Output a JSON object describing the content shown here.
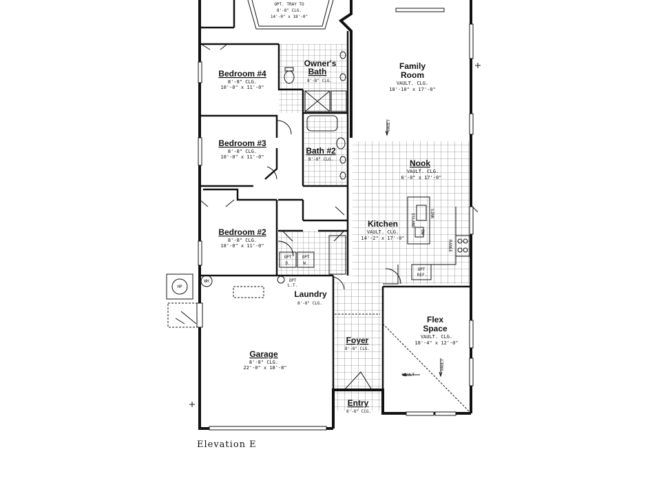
{
  "caption": "Elevation E",
  "rooms": {
    "owners_suite": {
      "l1": "OPT. TRAY TO",
      "l2": "8'-8\" CLG.",
      "l3": "14'-0\" x 18'-0\""
    },
    "owners_bath": {
      "name1": "Owner's",
      "name2": "Bath",
      "clg": "8'-8\" CLG."
    },
    "bedroom4": {
      "name": "Bedroom #4",
      "clg": "8'-8\" CLG.",
      "size": "10'-0\" x 11'-0\""
    },
    "bedroom3": {
      "name": "Bedroom #3",
      "clg": "8'-8\" CLG.",
      "size": "10'-0\" x 11'-0\""
    },
    "bedroom2": {
      "name": "Bedroom #2",
      "clg": "8'-8\" CLG.",
      "size": "10'-0\" x 11'-0\""
    },
    "bath2": {
      "name": "Bath #2",
      "clg": "8'-8\" CLG."
    },
    "family": {
      "name1": "Family",
      "name2": "Room",
      "clg": "VAULT. CLG.",
      "size": "18'-10\" x 17'-0\"",
      "vault": "VAULT"
    },
    "nook": {
      "name": "Nook",
      "clg": "VAULT. CLG.",
      "size": "6'-0\" x 17'-0\""
    },
    "kitchen": {
      "name": "Kitchen",
      "clg": "VAULT. CLG.",
      "size": "14'-2\" x 17'-0\"",
      "island": "ISLAND",
      "sink": "SINK",
      "dw": "DW",
      "range": "RANGE",
      "opt_ref1": "OPT",
      "opt_ref2": "REF."
    },
    "laundry": {
      "name": "Laundry",
      "clg": "8'-8\" CLG.",
      "opt_d1": "OPT",
      "opt_d2": "D.",
      "opt_w1": "OPT",
      "opt_w2": "W.",
      "opt_lt1": "OPT",
      "opt_lt2": "L.T."
    },
    "garage": {
      "name": "Garage",
      "clg": "8'-8\" CLG.",
      "size": "22'-0\" x 18'-8\"",
      "wh": "WH"
    },
    "foyer": {
      "name": "Foyer",
      "clg": "8'-8\" CLG."
    },
    "entry": {
      "name": "Entry",
      "clg": "8'-8\" CLG."
    },
    "flex": {
      "name1": "Flex",
      "name2": "Space",
      "clg": "VAULT. CLG.",
      "size": "18'-4\" x 12'-0\"",
      "vault": "VAULT"
    },
    "hp": "HP"
  }
}
